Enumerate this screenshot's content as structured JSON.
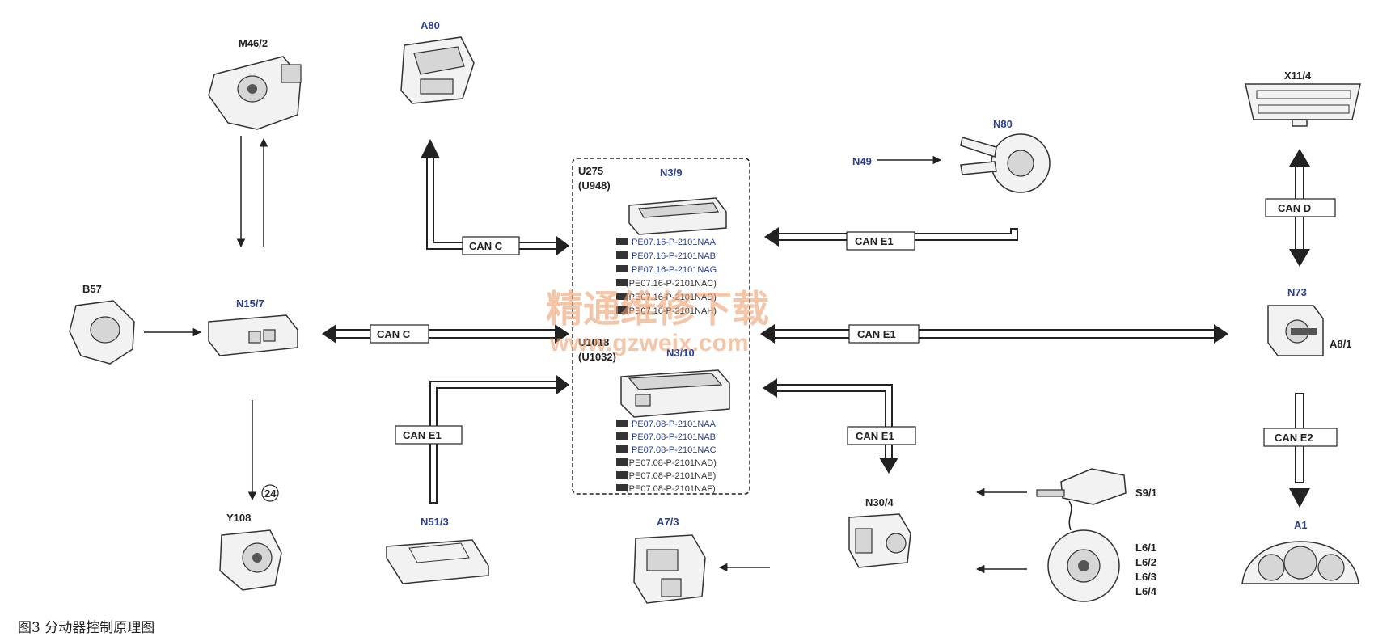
{
  "caption": "图3  分动器控制原理图",
  "watermark": {
    "text": "精通维修下载",
    "url": "www.gzweix.com"
  },
  "components": {
    "m46_2": "M46/2",
    "a80": "A80",
    "x11_4": "X11/4",
    "n80": "N80",
    "n49": "N49",
    "b57": "B57",
    "n15_7": "N15/7",
    "n73": "N73",
    "a8_1": "A8/1",
    "y108": "Y108",
    "n51_3": "N51/3",
    "a7_3": "A7/3",
    "n30_4": "N30/4",
    "s9_1": "S9/1",
    "l6_1": "L6/1",
    "l6_2": "L6/2",
    "l6_3": "L6/3",
    "l6_4": "L6/4",
    "a1": "A1",
    "circle_24": "24"
  },
  "ecu_box": {
    "u275": "U275",
    "u948": "(U948)",
    "n3_9": "N3/9",
    "u1018": "U1018",
    "u1032": "(U1032)",
    "n3_10": "N3/10",
    "n3_9_codes": [
      "PE07.16-P-2101NAA",
      "PE07.16-P-2101NAB",
      "PE07.16-P-2101NAG",
      "(PE07.16-P-2101NAC)",
      "(PE07.16-P-2101NAD)",
      "(PE07.16-P-2101NAH)"
    ],
    "n3_10_codes": [
      "PE07.08-P-2101NAA",
      "PE07.08-P-2101NAB",
      "PE07.08-P-2101NAC",
      "(PE07.08-P-2101NAD)",
      "(PE07.08-P-2101NAE)",
      "(PE07.08-P-2101NAF)"
    ]
  },
  "buses": {
    "can_c_top": "CAN C",
    "can_c_mid": "CAN C",
    "can_e1_top": "CAN E1",
    "can_e1_mid": "CAN E1",
    "can_e1_left": "CAN E1",
    "can_e1_right": "CAN E1",
    "can_d": "CAN D",
    "can_e2": "CAN E2"
  }
}
